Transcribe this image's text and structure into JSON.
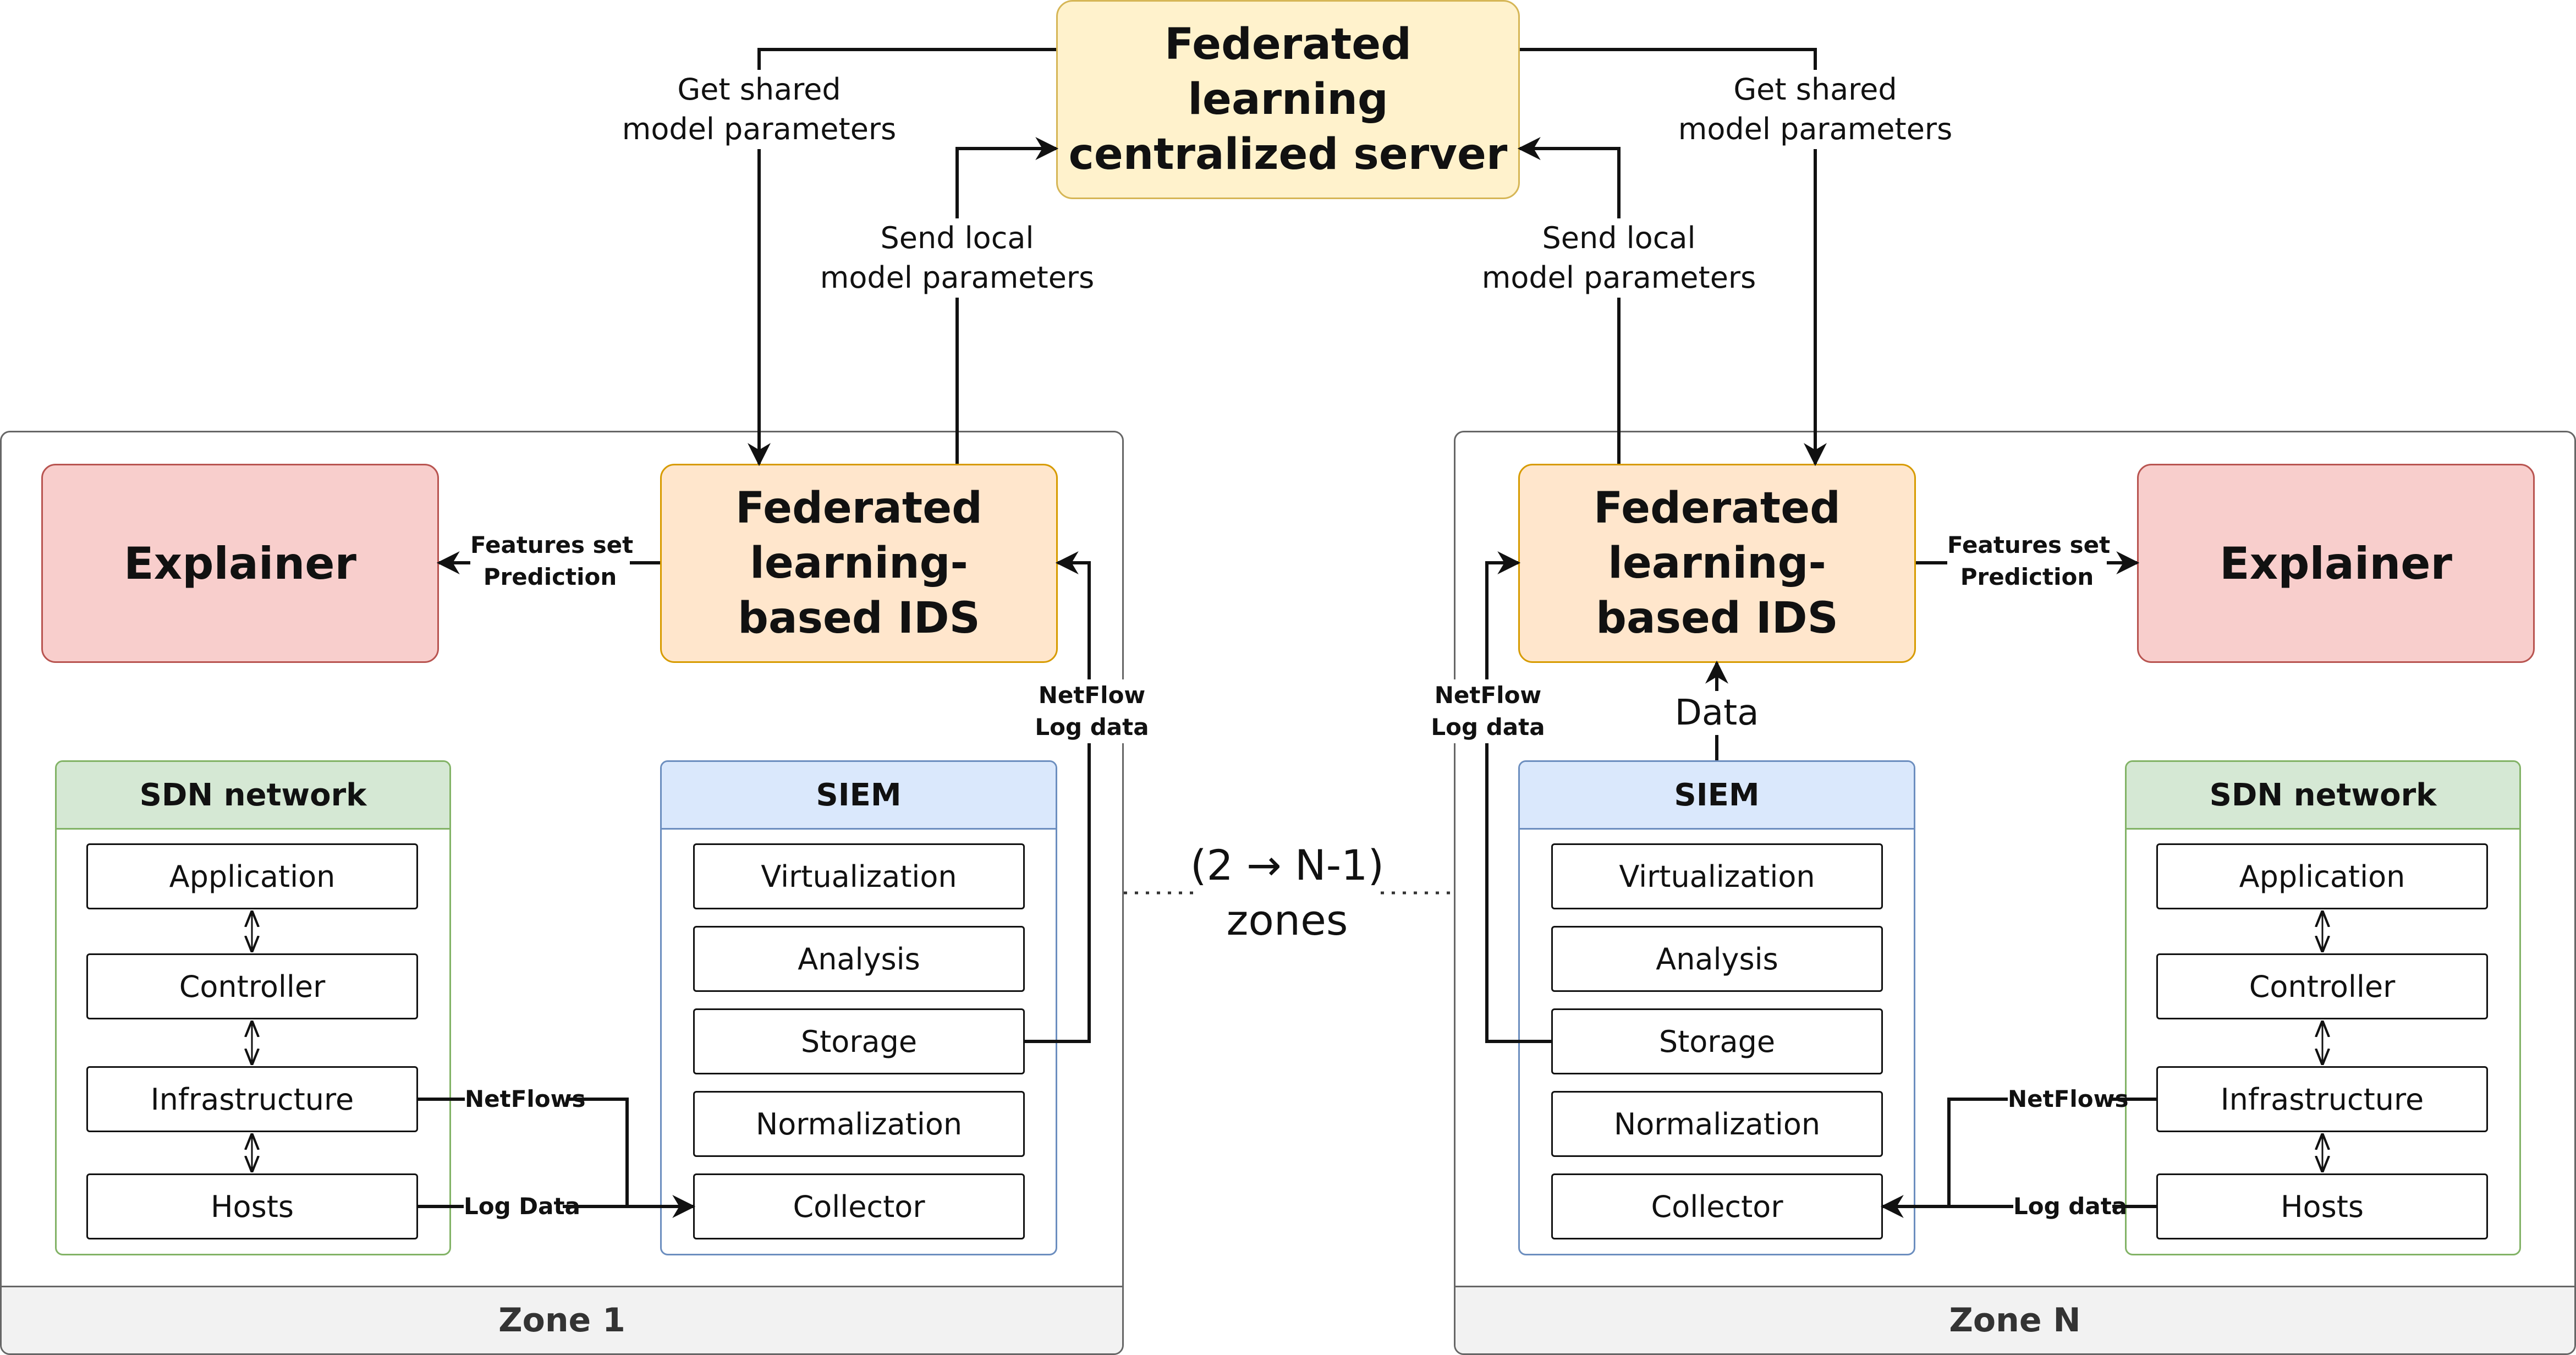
{
  "server": {
    "line1": "Federated learning",
    "line2": "centralized server"
  },
  "edges": {
    "get_shared_line1": "Get shared",
    "get_shared_line2": "model parameters",
    "send_local_line1": "Send local",
    "send_local_line2": "model parameters",
    "features_line1": "Features set",
    "features_line2": "Prediction",
    "netflow_line1": "NetFlow",
    "netflow_line2": "Log data",
    "netflows": "NetFlows",
    "log_data_zone1": "Log Data",
    "log_data_zoneN": "Log data",
    "data": "Data"
  },
  "middle": {
    "line1": "(2 → N-1)",
    "line2": "zones"
  },
  "zone1": {
    "footer": "Zone 1",
    "ids_line1": "Federated learning-",
    "ids_line2": "based IDS",
    "explainer": "Explainer",
    "sdn_title": "SDN network",
    "sdn_layers": [
      "Application",
      "Controller",
      "Infrastructure",
      "Hosts"
    ],
    "siem_title": "SIEM",
    "siem_layers": [
      "Virtualization",
      "Analysis",
      "Storage",
      "Normalization",
      "Collector"
    ]
  },
  "zoneN": {
    "footer": "Zone N",
    "ids_line1": "Federated learning-",
    "ids_line2": "based IDS",
    "explainer": "Explainer",
    "sdn_title": "SDN network",
    "sdn_layers": [
      "Application",
      "Controller",
      "Infrastructure",
      "Hosts"
    ],
    "siem_title": "SIEM",
    "siem_layers": [
      "Virtualization",
      "Analysis",
      "Storage",
      "Normalization",
      "Collector"
    ]
  },
  "colors": {
    "server_fill": "#fff2cc",
    "server_stroke": "#d6b656",
    "ids_fill": "#ffe6cc",
    "ids_stroke": "#d79b00",
    "explainer_fill": "#f8cecc",
    "explainer_stroke": "#b85450",
    "sdn_fill": "#d5e8d4",
    "sdn_stroke": "#82b366",
    "siem_fill": "#dae8fc",
    "siem_stroke": "#6c8ebf",
    "zone_footer_fill": "#f2f2f2"
  }
}
